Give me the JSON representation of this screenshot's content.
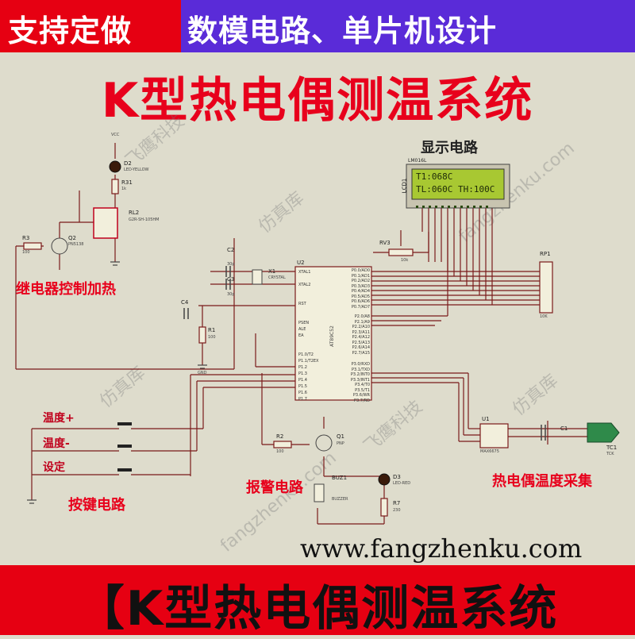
{
  "banner": {
    "left_text": "支持定做",
    "right_text": "数模电路、单片机设计"
  },
  "title": "K型热电偶测温系统",
  "footer_title": "【K型热电偶测温系统",
  "url": "www.fangzhenku.com",
  "watermarks": [
    "飞鹰科技",
    "fangzhenku.com",
    "仿真库"
  ],
  "sections": {
    "display": "显示电路",
    "relay": "继电器控制加热",
    "keys": "按键电路",
    "alarm": "报警电路",
    "sensor": "热电偶温度采集"
  },
  "keys": [
    "温度+",
    "温度-",
    "设定"
  ],
  "lcd": {
    "ref": "LCD1",
    "model": "LM016L",
    "line1": "T1:068C",
    "line2": "TL:060C TH:100C"
  },
  "components": {
    "u2": "U2",
    "u2_model": "AT89C52",
    "u1": "U1",
    "u1_model": "MAX6675",
    "tc1": "TC1",
    "tc1_model": "TCK",
    "d2": "D2",
    "d2_model": "LED-YELLOW",
    "d3": "D3",
    "d3_model": "LED-RED",
    "rl2": "RL2",
    "rl2_model": "G2R-SH-105HM",
    "q2": "Q2",
    "q2_model": "PN5138",
    "q1": "Q1",
    "q1_model": "PNP",
    "buz1": "BUZ1",
    "buz1_model": "BUZZER",
    "rv3": "RV3",
    "rp1": "RP1",
    "x1": "X1",
    "x1_model": "CRYSTAL",
    "r1": "R1",
    "r2": "R2",
    "r3": "R3",
    "r7": "R7",
    "r31": "R31",
    "c1": "C1",
    "c2": "C2",
    "c3": "C3",
    "c4": "C4",
    "vcc": "VCC",
    "gnd": "GND",
    "r1_val": "100",
    "r2_val": "100",
    "r3_val": "100",
    "r7_val": "230",
    "r31_val": "1k",
    "c2_val": "30p",
    "c3_val": "30p",
    "rv3_val": "10k",
    "rp1_val": "10K"
  },
  "u2_pins_left": [
    "XTAL1",
    "XTAL2",
    "RST",
    "PSEN",
    "ALE",
    "EA",
    "P1.0/T2",
    "P1.1/T2EX",
    "P1.2",
    "P1.3",
    "P1.4",
    "P1.5",
    "P1.6",
    "P1.7"
  ],
  "u2_pins_right": [
    "P0.0/AD0",
    "P0.1/AD1",
    "P0.2/AD2",
    "P0.3/AD3",
    "P0.4/AD4",
    "P0.5/AD5",
    "P0.6/AD6",
    "P0.7/AD7",
    "P2.0/A8",
    "P2.1/A9",
    "P2.2/A10",
    "P2.3/A11",
    "P2.4/A12",
    "P2.5/A13",
    "P2.6/A14",
    "P2.7/A15",
    "P3.0/RXD",
    "P3.1/TXD",
    "P3.2/INT0",
    "P3.3/INT1",
    "P3.4/T0",
    "P3.5/T1",
    "P3.6/WR",
    "P3.7/RD"
  ],
  "colors": {
    "background": "#dedccc",
    "banner_red": "#e60012",
    "banner_purple": "#5a2bd8",
    "title_red": "#e8001c",
    "wire": "#7a1a1a",
    "lcd_green": "#a8c832"
  }
}
